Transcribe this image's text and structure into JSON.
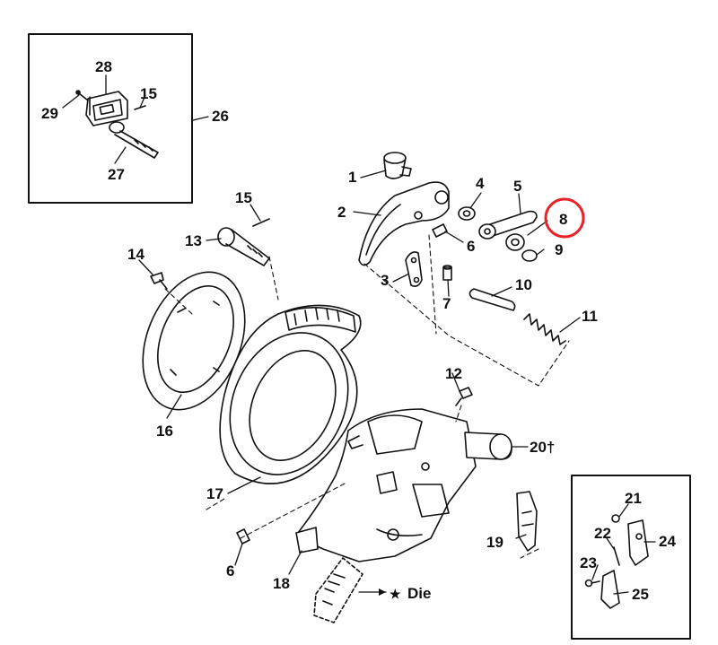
{
  "callouts": {
    "c1": "1",
    "c2": "2",
    "c3": "3",
    "c4": "4",
    "c5": "5",
    "c6a": "6",
    "c6b": "6",
    "c7": "7",
    "c8": "8",
    "c9": "9",
    "c10": "10",
    "c11": "11",
    "c12": "12",
    "c13": "13",
    "c14": "14",
    "c15a": "15",
    "c15b": "15",
    "c16": "16",
    "c17": "17",
    "c18": "18",
    "c19": "19",
    "c20": "20†",
    "c21": "21",
    "c22": "22",
    "c23": "23",
    "c24": "24",
    "c25": "25",
    "c26": "26",
    "c27": "27",
    "c28": "28",
    "c29": "29",
    "die": "Die",
    "die_star": "★"
  },
  "highlight": {
    "target": "8",
    "color": "#e8232a"
  },
  "colors": {
    "line": "#111111",
    "background": "#ffffff"
  }
}
